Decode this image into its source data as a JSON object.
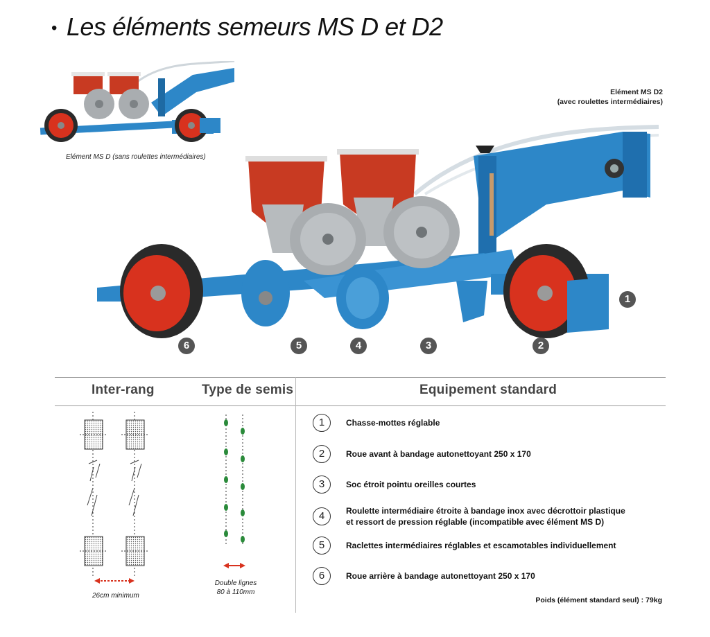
{
  "header": {
    "bullet": "•",
    "title": "Les éléments semeurs MS D et D2"
  },
  "images": {
    "small_caption": "Elément MS D (sans roulettes intermédiaires)",
    "main_caption_line1": "Elément MS D2",
    "main_caption_line2": "(avec roulettes intermédiaires)"
  },
  "callouts": [
    "1",
    "2",
    "3",
    "4",
    "5",
    "6"
  ],
  "table": {
    "col_inter_rang": "Inter-rang",
    "col_type_semis": "Type de semis",
    "col_equipement": "Equipement standard",
    "inter_rang_caption": "26cm minimum",
    "semis_caption_line1": "Double lignes",
    "semis_caption_line2": "80 à 110mm",
    "items": [
      {
        "num": "1",
        "text": "Chasse-mottes réglable"
      },
      {
        "num": "2",
        "text": "Roue avant à bandage autonettoyant 250 x 170"
      },
      {
        "num": "3",
        "text": "Soc étroit pointu oreilles courtes"
      },
      {
        "num": "4",
        "text": "Roulette intermédiaire étroite à bandage inox avec décrottoir plastique",
        "text2": "et ressort de pression réglable (incompatible avec élément MS D)"
      },
      {
        "num": "5",
        "text": "Raclettes intermédiaires réglables et escamotables individuellement"
      },
      {
        "num": "6",
        "text": "Roue arrière à bandage autonettoyant 250 x 170"
      }
    ],
    "weight": "Poids (élément standard seul) : 79kg"
  },
  "colors": {
    "frame_blue": "#2d87c8",
    "hopper_red": "#c83a22",
    "wheel_red": "#d8321e",
    "tire_black": "#2a2a2a",
    "metal_grey": "#a9adb0",
    "callout_grey": "#555555"
  }
}
